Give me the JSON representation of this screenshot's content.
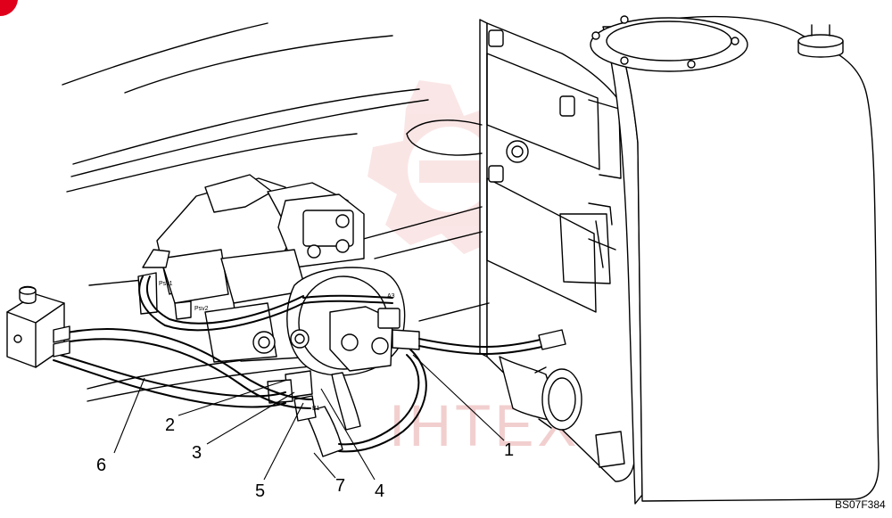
{
  "callouts": {
    "c1": "1",
    "c2": "2",
    "c3": "3",
    "c4": "4",
    "c5": "5",
    "c6": "6",
    "c7": "7"
  },
  "port_labels": {
    "psv1": "Psv1",
    "psv2": "Psv2",
    "a3": "A3",
    "b1": "B1"
  },
  "watermark": "IHTEX",
  "figure_code": "BS07F384",
  "colors": {
    "line": "#000000",
    "watermark": "#e8a9a9",
    "corner_mark": "#e0001b"
  }
}
